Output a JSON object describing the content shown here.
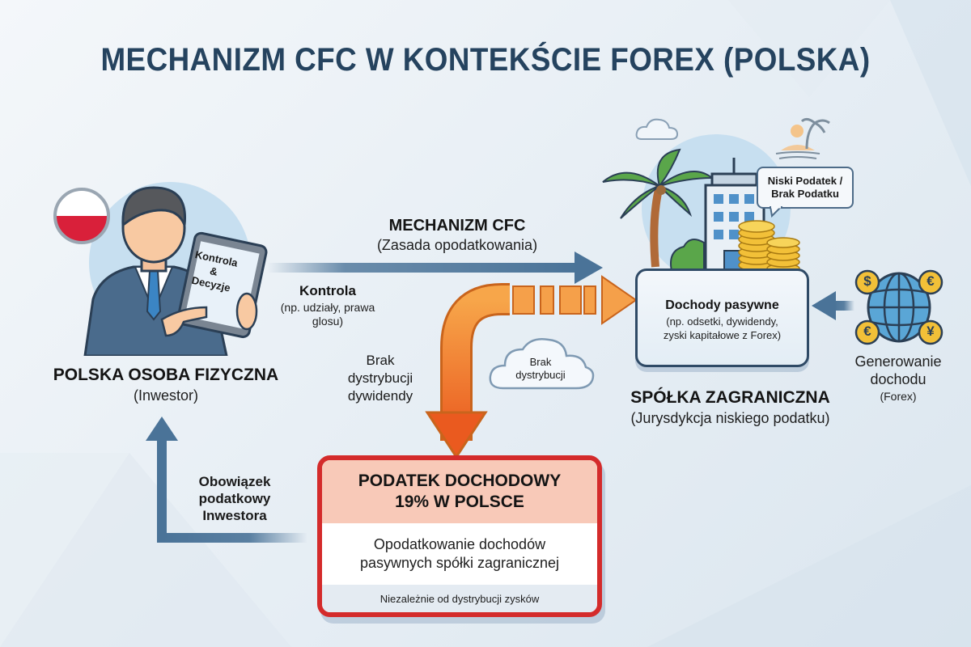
{
  "title": "MECHANIZM CFC W KONTEKŚCIE FOREX (POLSKA)",
  "investor": {
    "name": "POLSKA OSOBA FIZYCZNA",
    "role": "(Inwestor)",
    "tablet_text": [
      "Kontrola",
      "&",
      "Decyzje"
    ],
    "flag": "poland-flag"
  },
  "cfc_arrow": {
    "title": "MECHANIZM CFC",
    "subtitle": "(Zasada opodatkowania)"
  },
  "control": {
    "title": "Kontrola",
    "subtitle_line1": "(np. udziały, prawa",
    "subtitle_line2": "glosu)"
  },
  "no_dividend": {
    "line1": "Brak",
    "line2": "dystrybucji",
    "line3": "dywidendy"
  },
  "cloud": {
    "line1": "Brak",
    "line2": "dystrybucji"
  },
  "company": {
    "income_title": "Dochody pasywne",
    "income_line1": "(np. odsetki, dywidendy,",
    "income_line2": "zyski kapitałowe z Forex)",
    "name": "SPÓŁKA ZAGRANICZNA",
    "subtitle": "(Jurysdykcja niskiego podatku)",
    "bubble_line1": "Niski Podatek /",
    "bubble_line2": "Brak Podatku"
  },
  "forex": {
    "line1": "Generowanie",
    "line2": "dochodu",
    "line3": "(Forex)",
    "currencies": [
      "$",
      "€",
      "€",
      "¥"
    ]
  },
  "tax_box": {
    "title_line1": "PODATEK DOCHODOWY",
    "title_line2": "19% W POLSCE",
    "body_line1": "Opodatkowanie dochodów",
    "body_line2": "pasywnych spółki zagranicznej",
    "footer": "Niezależnie od dystrybucji zysków"
  },
  "obligation": {
    "line1": "Obowiązek",
    "line2": "podatkowy",
    "line3": "Inwestora"
  },
  "colors": {
    "title": "#25435f",
    "arrow_blue": "#4a7398",
    "arrow_orange": "#f08a2a",
    "tax_border": "#d42b2b",
    "tax_header": "#f8c9b8",
    "poland_red": "#d9203a"
  }
}
